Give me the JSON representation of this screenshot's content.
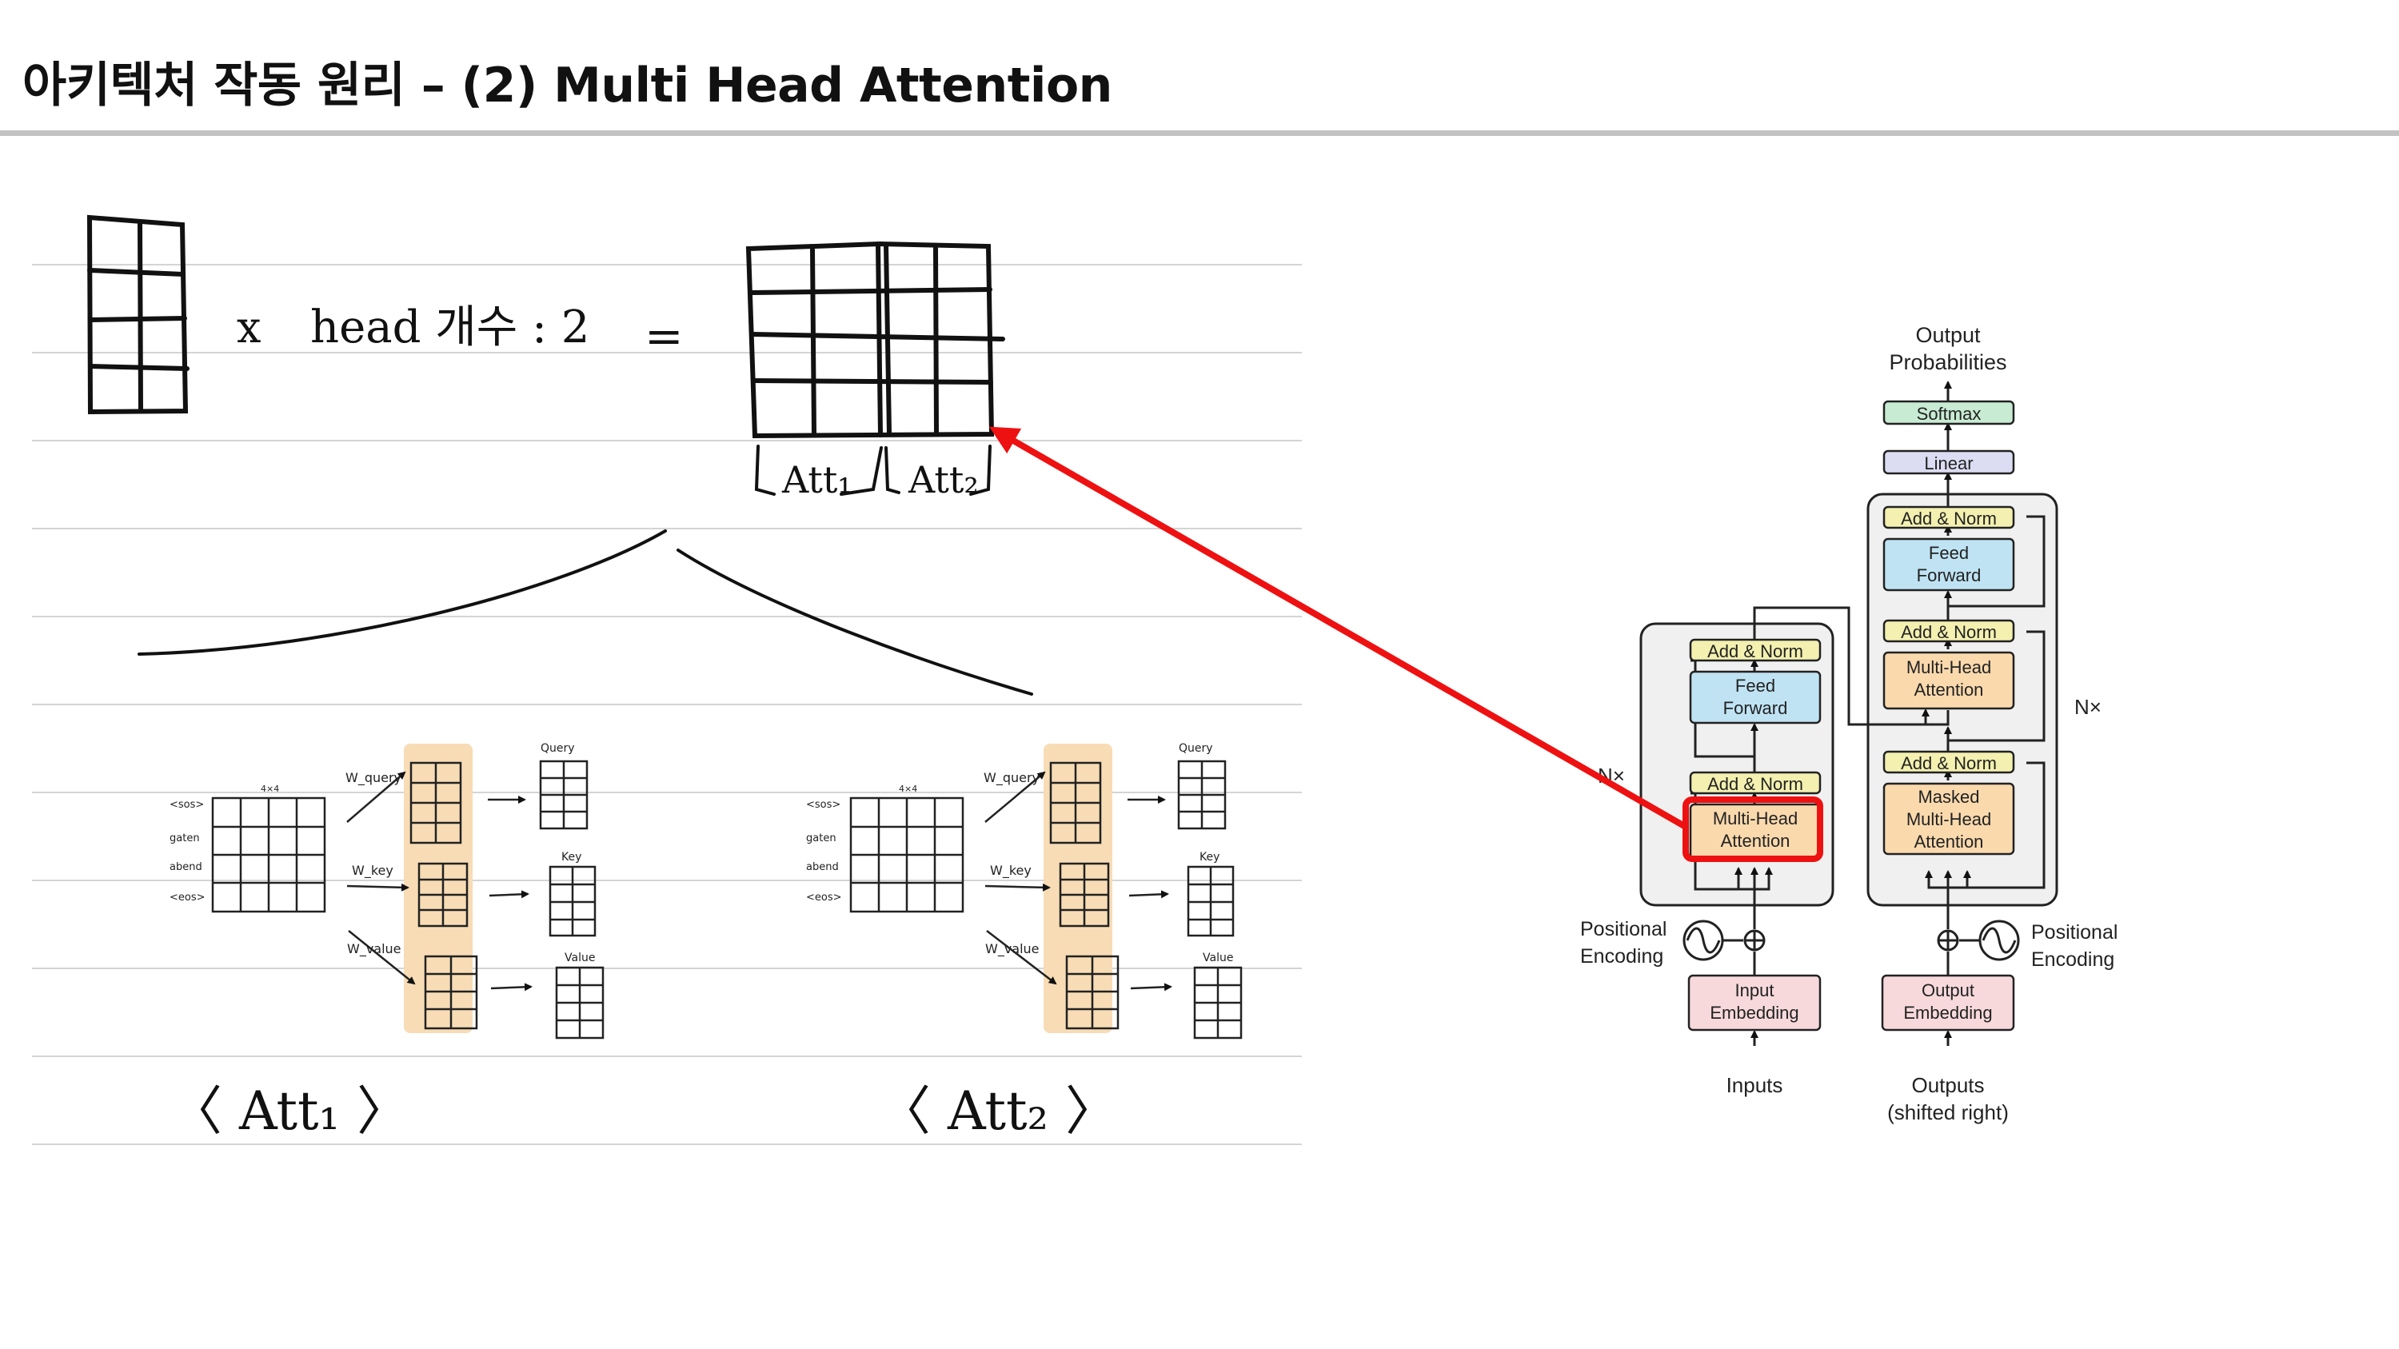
{
  "slide": {
    "title": "아키텍처 작동 원리 – (2) Multi Head Attention"
  },
  "notes": {
    "multiply_sign": "x",
    "head_count_text": "head 개수 : 2",
    "equals_sign": "=",
    "att1_bracket": "Att₁",
    "att2_bracket": "Att₂",
    "att1_caption": "〈 Att₁ 〉",
    "att2_caption": "〈 Att₂ 〉",
    "dim_label": "4×4",
    "row_labels": [
      "<sos>",
      "gaten",
      "abend",
      "<eos>"
    ],
    "w_labels": [
      "W_query",
      "W_key",
      "W_value"
    ],
    "out_labels": [
      "Query",
      "Key",
      "Value"
    ]
  },
  "transformer": {
    "output_probabilities": [
      "Output",
      "Probabilities"
    ],
    "softmax": "Softmax",
    "linear": "Linear",
    "add_norm": "Add & Norm",
    "feed_forward": [
      "Feed",
      "Forward"
    ],
    "multi_head_attention": [
      "Multi-Head",
      "Attention"
    ],
    "masked_multi_head_attention": [
      "Masked",
      "Multi-Head",
      "Attention"
    ],
    "nx": "N×",
    "positional_encoding": [
      "Positional",
      "Encoding"
    ],
    "input_embedding": [
      "Input",
      "Embedding"
    ],
    "output_embedding": [
      "Output",
      "Embedding"
    ],
    "inputs": "Inputs",
    "outputs": [
      "Outputs",
      "(shifted right)"
    ]
  },
  "colors": {
    "highlight": "#ee1111",
    "add_norm": "#f3f0b0",
    "feed_forward": "#bfe3f3",
    "attention": "#fad9ad",
    "embedding": "#f7d9dc",
    "softmax": "#c8ebd3",
    "linear": "#dcdcf2",
    "stack_bg": "#f0f0f0",
    "note_highlight": "#f7dcb5"
  }
}
